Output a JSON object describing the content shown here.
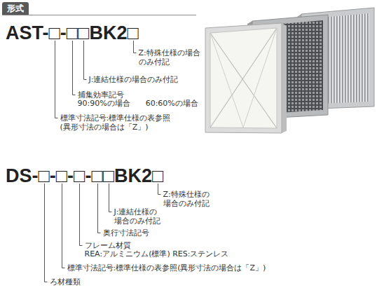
{
  "diagram": {
    "nodes": [
      {
        "text": [
          "形式"
        ]
      }
    ],
    "labels": [
      "AST-□-□□BK2□",
      "Z:特殊仕様の場合 のみ付記",
      "J:連結仕様の場合のみ付記",
      "捕集効率記号",
      "90:90%の場合　　60:60%の場合",
      "標準寸法記号:標準仕様の表参照 (異形寸法の場合は「Z」)",
      "DS-□-□-□-□□BK2□",
      "Z:特殊仕様の 場合のみ付記",
      "J:連結仕様の 場合のみ付記",
      "奥行寸法記号",
      "フレーム材質",
      "REA:アルミニウム(標準) RES:ステンレス",
      "標準寸法記号:標準仕様の表参照(異形寸法の場合は「Z」)",
      "ろ材種類"
    ]
  }
}
